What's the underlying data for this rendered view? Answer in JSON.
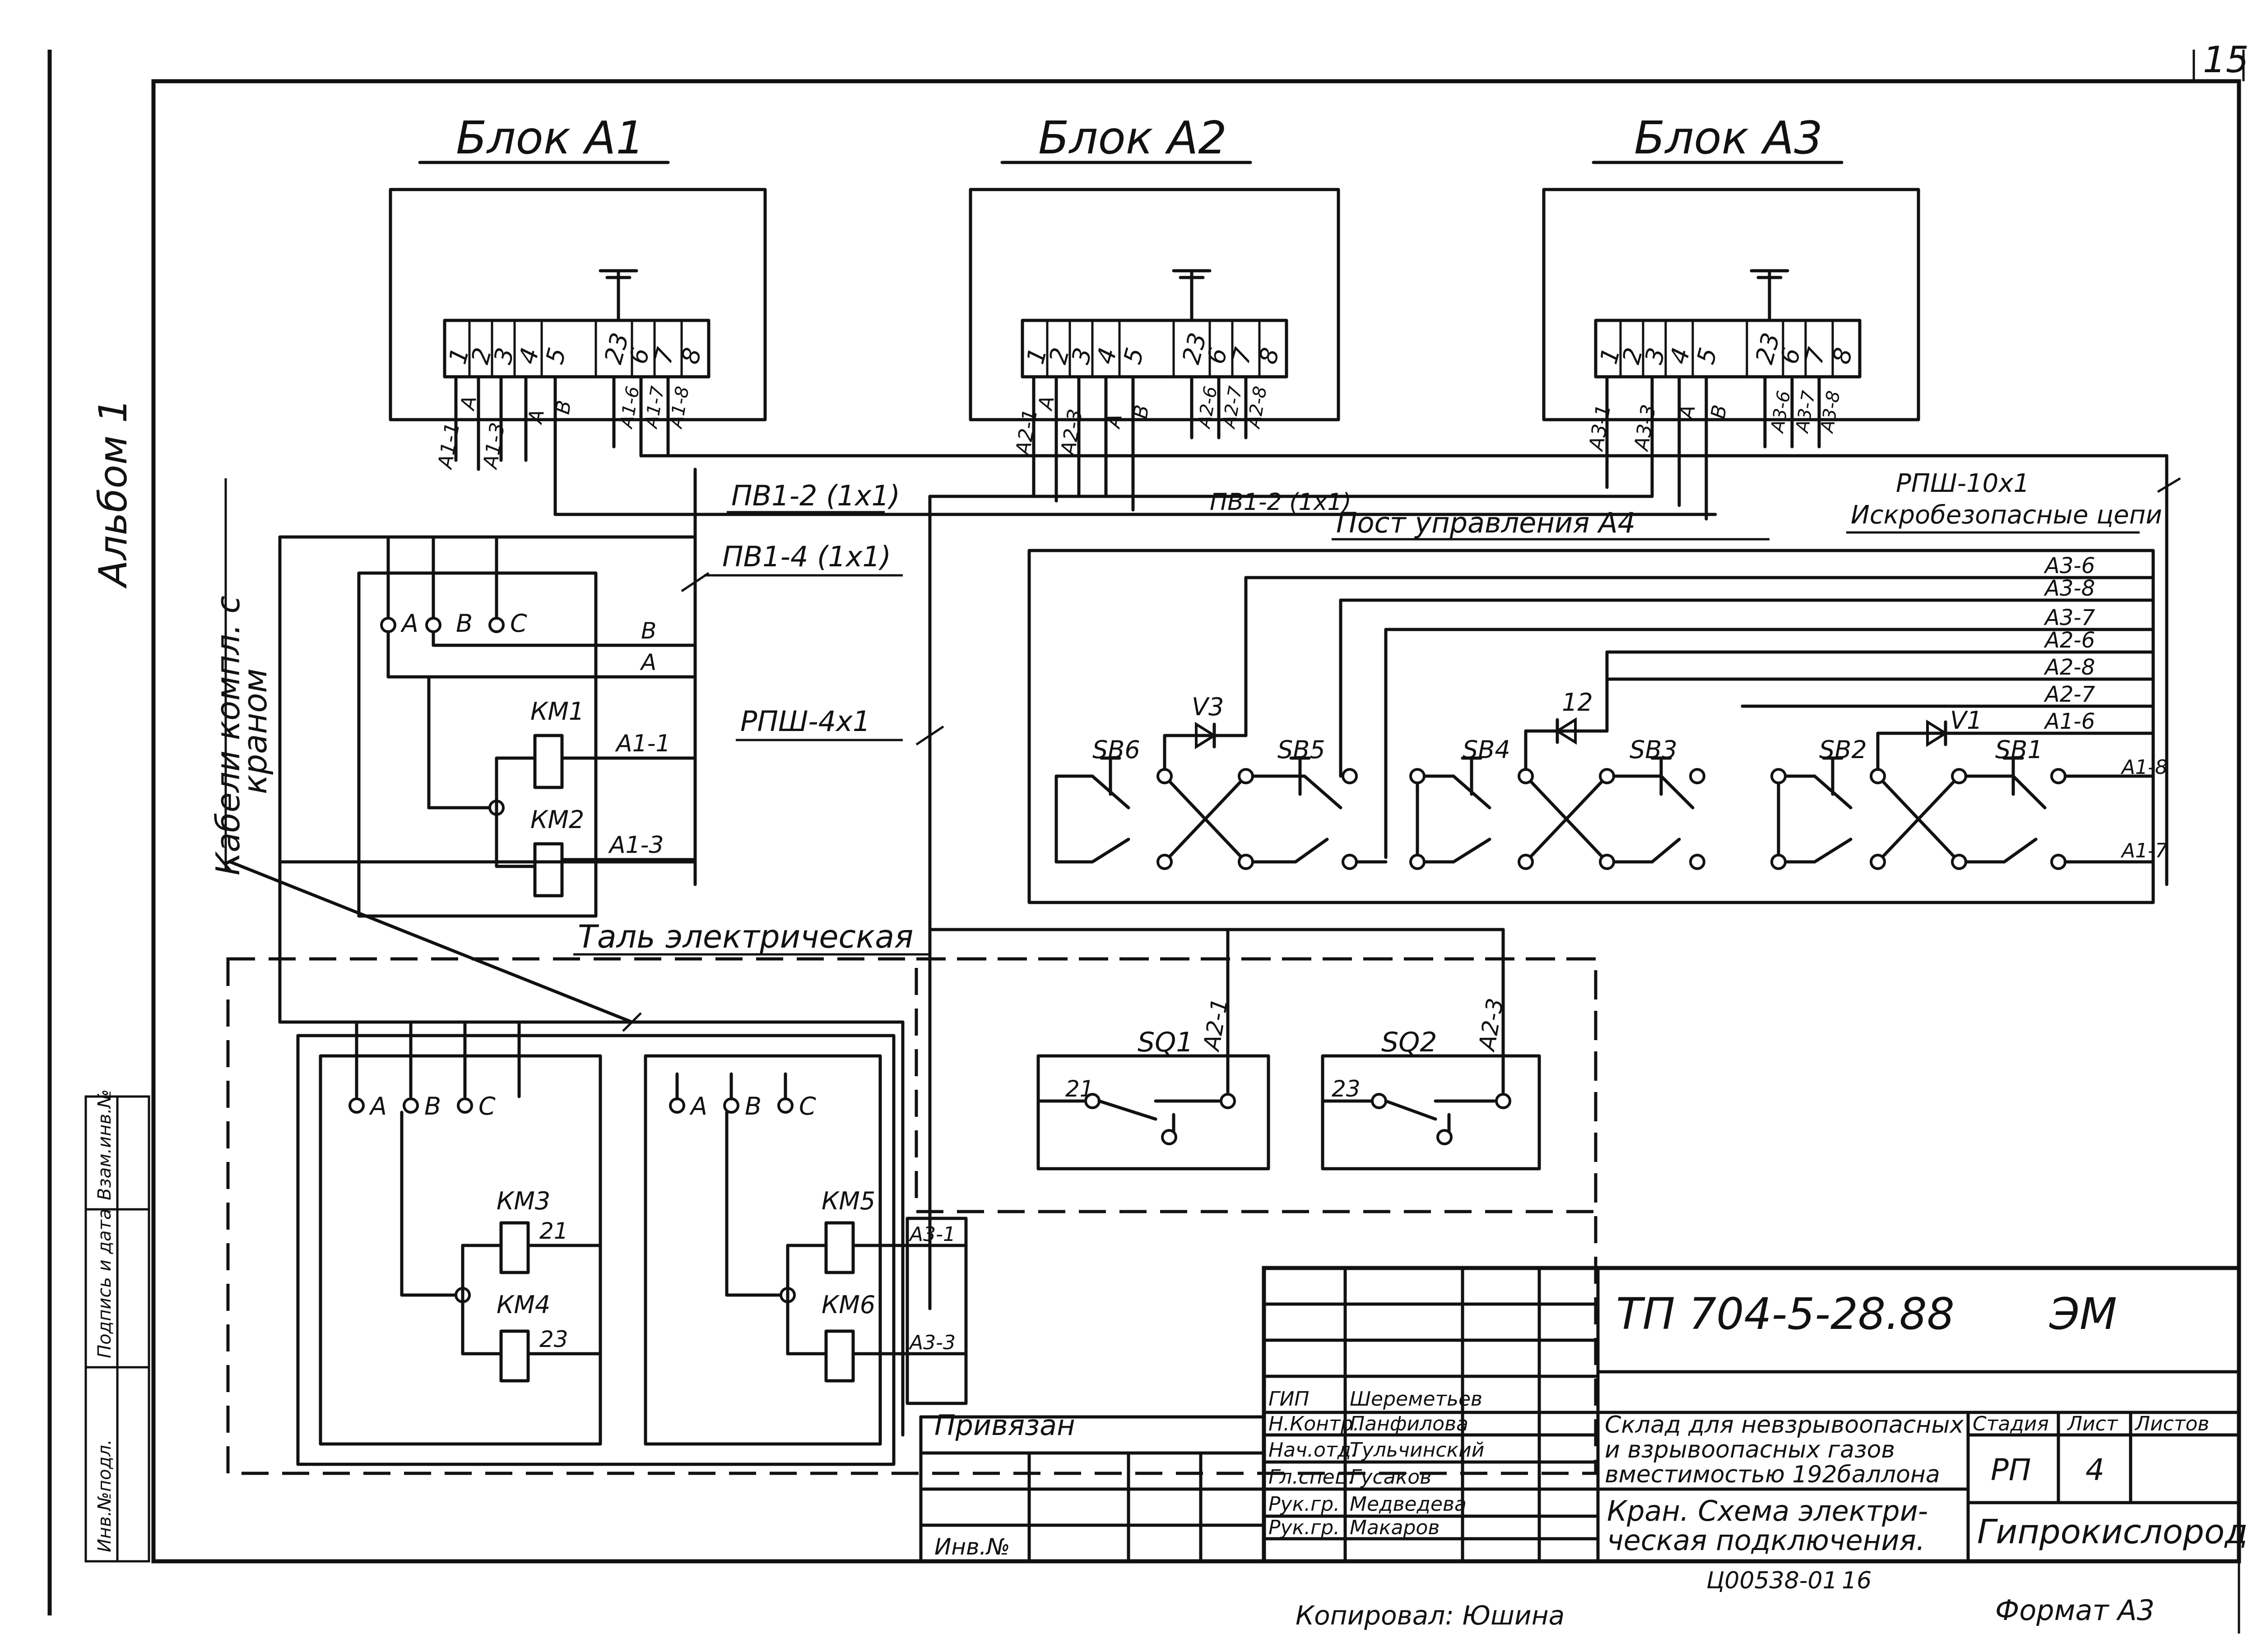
{
  "sheet": {
    "page_number": "15",
    "album_label": "Альбом 1",
    "copied_by": "Копировал: Юшина",
    "order_number": "Ц00538-01",
    "order_sheet": "16",
    "format_label": "Формат А3"
  },
  "blocks": [
    {
      "title": "Блок А1",
      "terminals": [
        "1",
        "2",
        "3",
        "4",
        "5",
        "23",
        "6",
        "7",
        "8"
      ],
      "wires": [
        "А1-1",
        "А",
        "А1-3",
        "А",
        "В",
        "А1-6",
        "А1-7",
        "А1-8"
      ]
    },
    {
      "title": "Блок А2",
      "terminals": [
        "1",
        "2",
        "3",
        "4",
        "5",
        "23",
        "6",
        "7",
        "8"
      ],
      "wires": [
        "А2-1",
        "А",
        "А2-3",
        "А",
        "В",
        "А2-6",
        "А2-7",
        "А2-8"
      ]
    },
    {
      "title": "Блок А3",
      "terminals": [
        "1",
        "2",
        "3",
        "4",
        "5",
        "23",
        "6",
        "7",
        "8"
      ],
      "wires": [
        "А3-1",
        "А3-3",
        "А",
        "В",
        "А3-6",
        "А3-7",
        "А3-8"
      ]
    }
  ],
  "cables": {
    "pv1_2_kx1": "ПВ1-2 (1х1)",
    "pv1_2_1x1": "ПВ1-2 (1х1)",
    "pv1_4_1x1": "ПВ1-4 (1х1)",
    "rpsh_4x1": "РПШ-4х1",
    "rpsh_10x1": "РПШ-10х1",
    "intrinsic": "Искробезопасные цепи",
    "kabeli_line1": "Кабели компл. с",
    "kabeli_line2": "краном"
  },
  "control_post": {
    "title": "Пост управления А4",
    "wire_labels": [
      "А3-6",
      "А3-8",
      "А3-7",
      "А2-6",
      "А2-8",
      "А2-7",
      "А1-6",
      "А1-8",
      "А1-7"
    ],
    "buttons": [
      "SB6",
      "SB5",
      "SB4",
      "SB3",
      "SB2",
      "SB1"
    ],
    "diodes": [
      "V3",
      "12",
      "V1"
    ]
  },
  "upper_contactors": {
    "terminals": [
      "А",
      "В",
      "С"
    ],
    "wire_B": "В",
    "wire_A": "А",
    "coils": [
      "КМ1",
      "КМ2"
    ],
    "coil_wires": [
      "А1-1",
      "А1-3"
    ]
  },
  "hoist": {
    "title": "Таль электрическая",
    "left_terminals": [
      "А",
      "В",
      "С"
    ],
    "right_terminals": [
      "А",
      "В",
      "С"
    ],
    "coils": [
      "КМ3",
      "КМ4",
      "КМ5",
      "КМ6"
    ],
    "coil_numbers": [
      "21",
      "23"
    ],
    "box_wires": [
      "А3-1",
      "А3-3"
    ],
    "limit_switches": [
      {
        "name": "SQ1",
        "contact": "21",
        "wire": "А2-1"
      },
      {
        "name": "SQ2",
        "contact": "23",
        "wire": "А2-3"
      }
    ]
  },
  "side_stamp": [
    "Инв.№подл.",
    "Подпись и дата",
    "Взам.инв.№"
  ],
  "title_block": {
    "doc_code": "ТП 704-5-28.88",
    "mark": "ЭМ",
    "bound_label": "Привязан",
    "inv_label": "Инв.№",
    "roles": [
      "ГИП",
      "Н.Контр.",
      "Нач.отд.",
      "Гл.спец.",
      "Рук.гр.",
      "Рук.гр."
    ],
    "names": [
      "Шереметьев",
      "Панфилова",
      "Тульчинский",
      "Гусаков",
      "Медведева",
      "Макаров"
    ],
    "object_line1": "Склад для невзрывоопасных",
    "object_line2": "и взрывоопасных газов",
    "object_line3": "вместимостью 192баллона",
    "sheet_title_line1": "Кран. Схема электри-",
    "sheet_title_line2": "ческая подключения.",
    "stage_header": "Стадия",
    "sheet_header": "Лист",
    "sheets_header": "Листов",
    "stage": "РП",
    "sheet_no": "4",
    "organization": "Гипрокислород"
  }
}
